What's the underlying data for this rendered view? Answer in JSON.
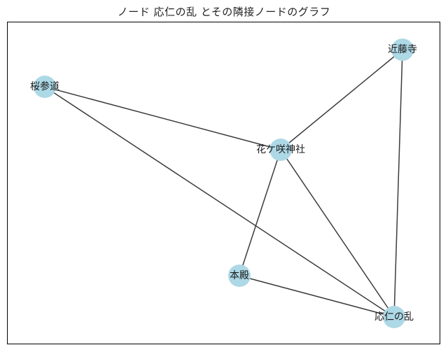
{
  "title": "ノード 応仁の乱 とその隣接ノードのグラフ",
  "colors": {
    "node": "#add8e6",
    "edge": "#3c3c3c"
  },
  "nodes": [
    {
      "id": "kondoji",
      "label": "近藤寺"
    },
    {
      "id": "sakurasando",
      "label": "桜参道"
    },
    {
      "id": "hanagasaki",
      "label": "花ケ咲神社"
    },
    {
      "id": "honden",
      "label": "本殿"
    },
    {
      "id": "oninoran",
      "label": "応仁の乱"
    }
  ],
  "edges": [
    [
      "kondoji",
      "hanagasaki"
    ],
    [
      "kondoji",
      "oninoran"
    ],
    [
      "sakurasando",
      "hanagasaki"
    ],
    [
      "sakurasando",
      "oninoran"
    ],
    [
      "hanagasaki",
      "honden"
    ],
    [
      "hanagasaki",
      "oninoran"
    ],
    [
      "honden",
      "oninoran"
    ]
  ]
}
